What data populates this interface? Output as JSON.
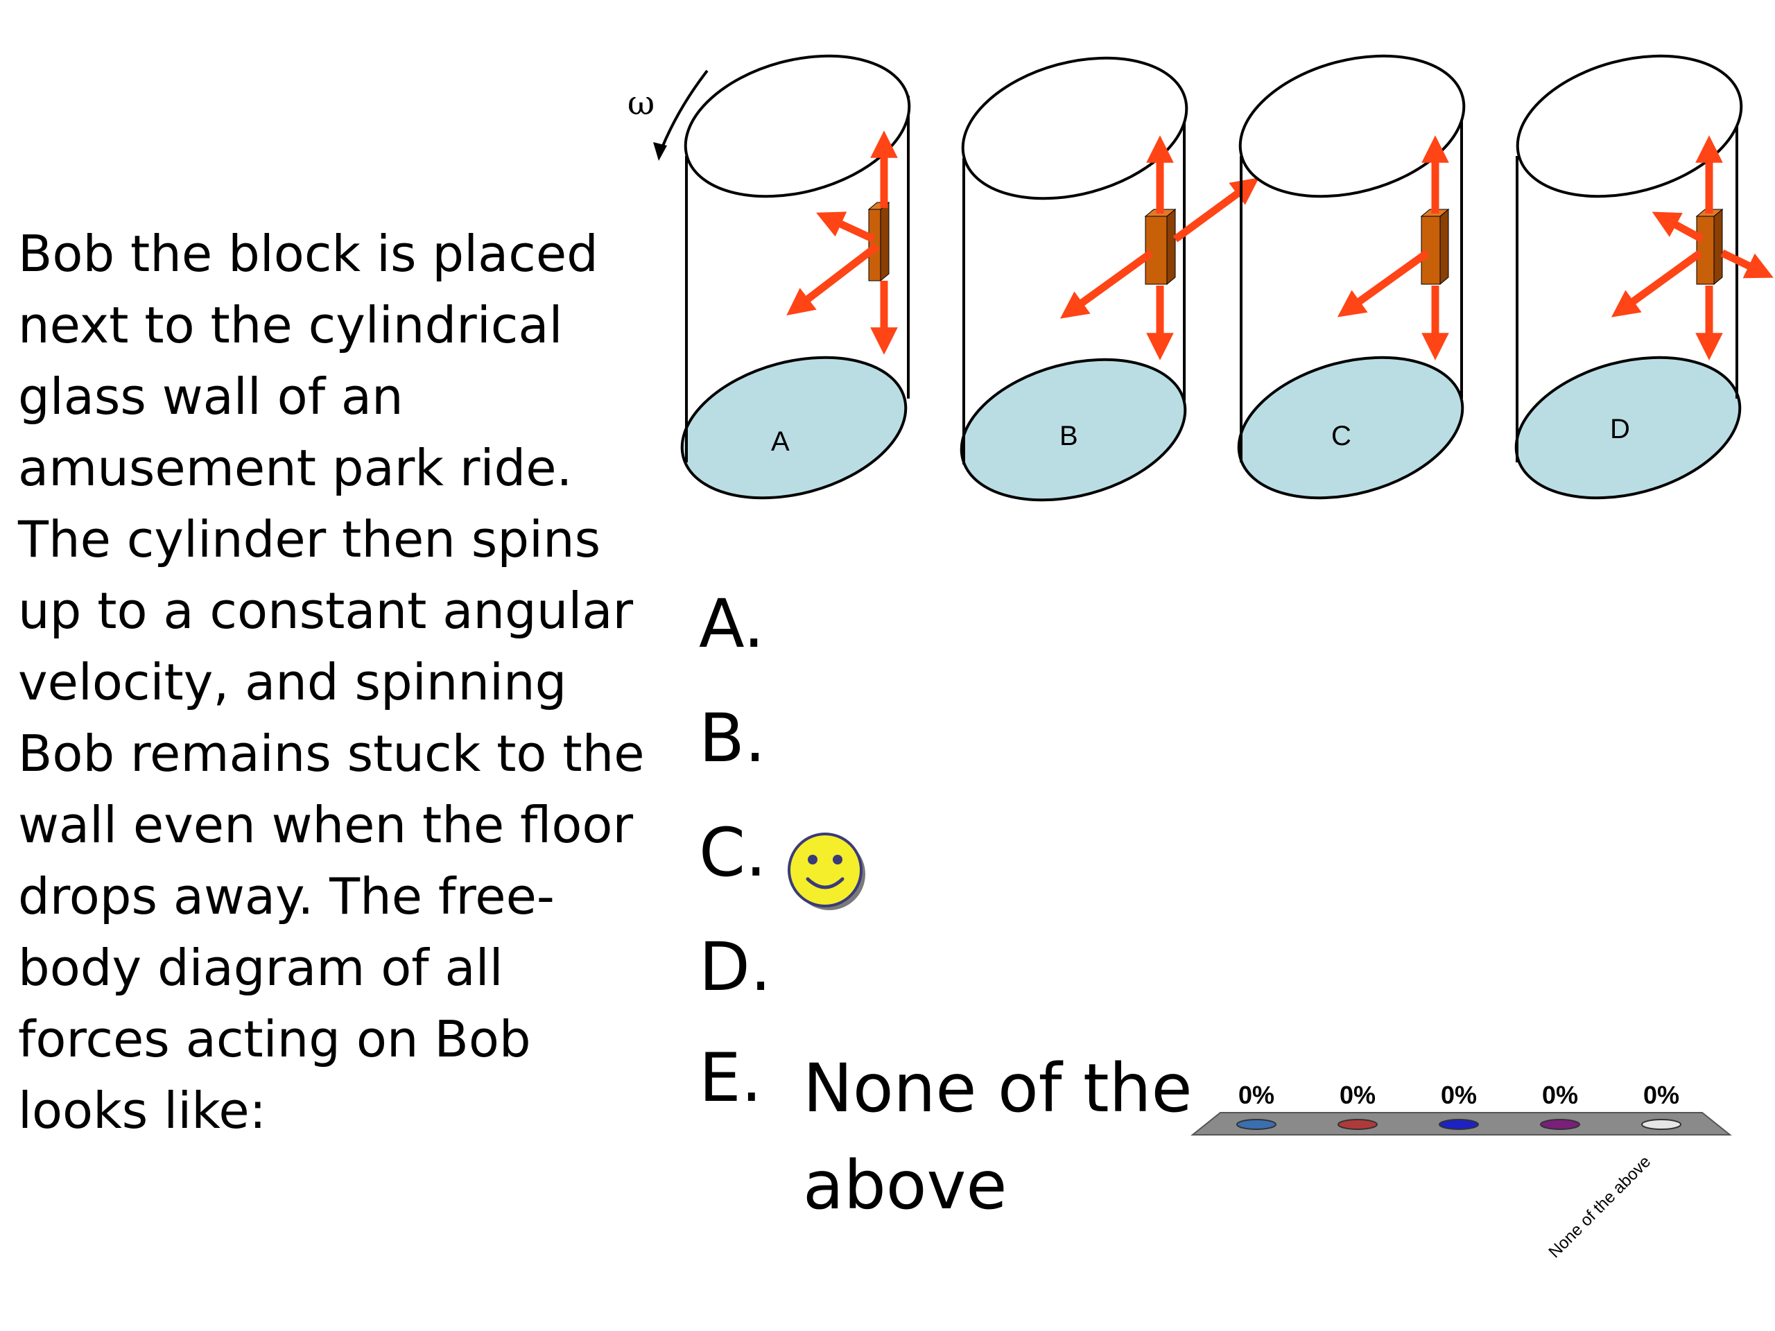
{
  "question": "Bob the block is placed next to the cylindrical glass wall of an amusement park ride. The cylinder then spins up to a constant angular velocity, and spinning Bob remains stuck to the wall even when the floor drops away. The free-body diagram of all forces acting on Bob looks like:",
  "omega_symbol": "ω",
  "cylinders": [
    {
      "label": "A"
    },
    {
      "label": "B"
    },
    {
      "label": "C"
    },
    {
      "label": "D"
    }
  ],
  "choices": [
    {
      "letter": "A.",
      "text": ""
    },
    {
      "letter": "B.",
      "text": ""
    },
    {
      "letter": "C.",
      "text": "",
      "marked_correct": true
    },
    {
      "letter": "D.",
      "text": ""
    },
    {
      "letter": "E.",
      "text": "None of the above"
    }
  ],
  "colors": {
    "arrow": "#ff4416",
    "block": "#c8600a",
    "floor": "#b9dde3",
    "smiley": "#f5ee2a"
  },
  "chart_data": {
    "type": "bar",
    "series": [
      {
        "values": [
          0,
          0,
          0,
          0,
          0
        ]
      }
    ],
    "data_labels": [
      "0%",
      "0%",
      "0%",
      "0%",
      "0%"
    ],
    "categories": [
      "",
      "",
      "",
      "",
      "None of the above"
    ],
    "colors": [
      "#3a6fb0",
      "#b0393a",
      "#1c22c4",
      "#7a1f7a",
      "#e6e6e6"
    ]
  }
}
